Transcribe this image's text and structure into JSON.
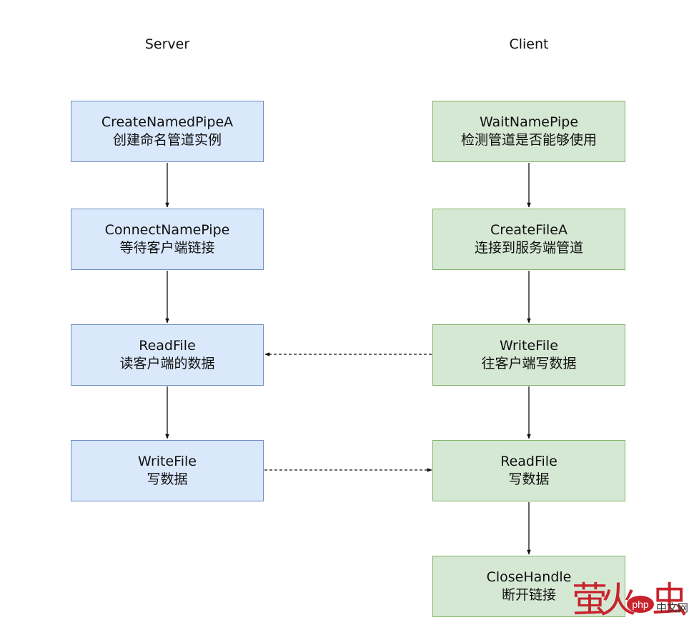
{
  "columns": {
    "server": "Server",
    "client": "Client"
  },
  "server_steps": [
    {
      "api": "CreateNamedPipeA",
      "desc": "创建命名管道实例"
    },
    {
      "api": "ConnectNamePipe",
      "desc": "等待客户端链接"
    },
    {
      "api": "ReadFile",
      "desc": "读客户端的数据"
    },
    {
      "api": "WriteFile",
      "desc": "写数据"
    }
  ],
  "client_steps": [
    {
      "api": "WaitNamePipe",
      "desc": "检测管道是否能够使用"
    },
    {
      "api": "CreateFileA",
      "desc": "连接到服务端管道"
    },
    {
      "api": "WriteFile",
      "desc": "往客户端写数据"
    },
    {
      "api": "ReadFile",
      "desc": "写数据"
    },
    {
      "api": "CloseHandle",
      "desc": "断开链接"
    }
  ],
  "colors": {
    "server_fill": "#dae8fc",
    "server_stroke": "#6c8ebf",
    "client_fill": "#d5e8d4",
    "client_stroke": "#82b366"
  },
  "watermark": {
    "chars": [
      "萤",
      "火",
      "虫"
    ],
    "badge": "php",
    "site": "中文网"
  }
}
